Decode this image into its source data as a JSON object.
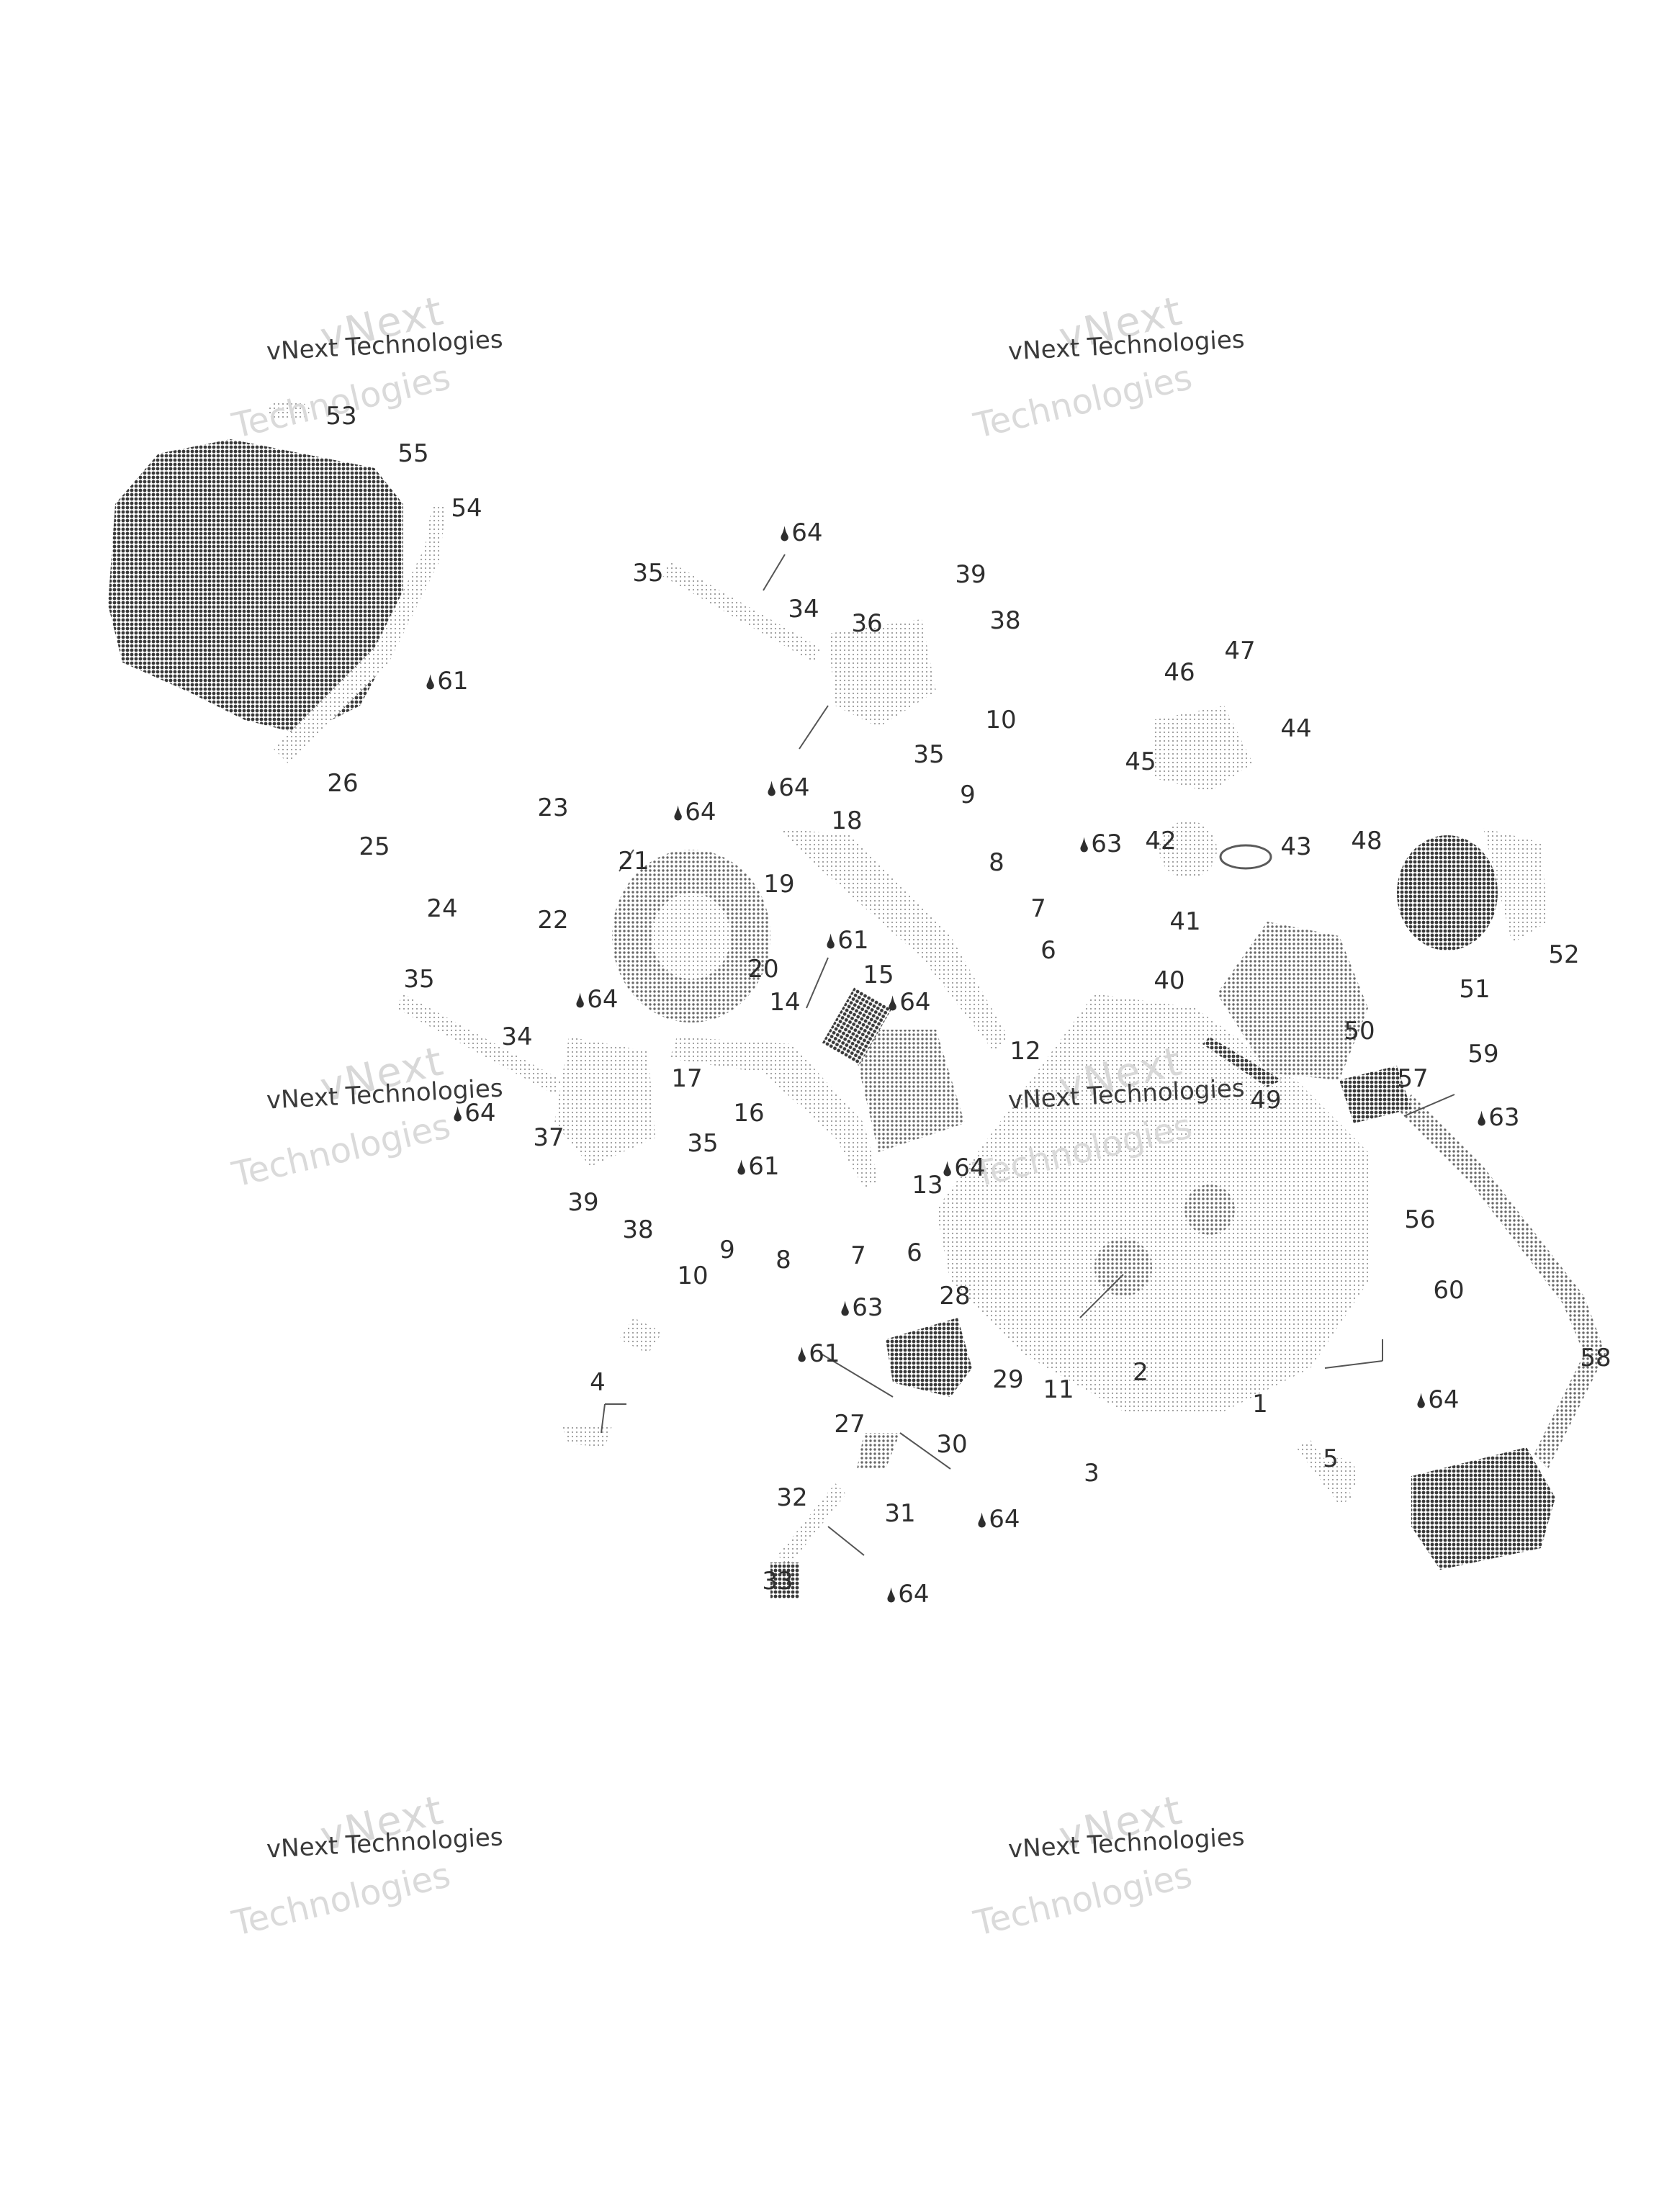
{
  "watermark": {
    "company": "vNext Technologies",
    "word1": "vNext",
    "word2": "Technologies"
  },
  "lubricant_symbol": "drop-icon",
  "callouts": [
    "1",
    "2",
    "3",
    "4",
    "5",
    "6",
    "7",
    "8",
    "9",
    "10",
    "11",
    "12",
    "13",
    "14",
    "15",
    "16",
    "17",
    "18",
    "19",
    "20",
    "21",
    "22",
    "23",
    "24",
    "25",
    "26",
    "27",
    "28",
    "29",
    "30",
    "31",
    "32",
    "33",
    "34",
    "35",
    "36",
    "37",
    "38",
    "39",
    "40",
    "41",
    "42",
    "43",
    "44",
    "45",
    "46",
    "47",
    "48",
    "49",
    "50",
    "51",
    "52",
    "53",
    "54",
    "55",
    "56",
    "57",
    "58",
    "59",
    "60",
    "61",
    "63",
    "64"
  ]
}
